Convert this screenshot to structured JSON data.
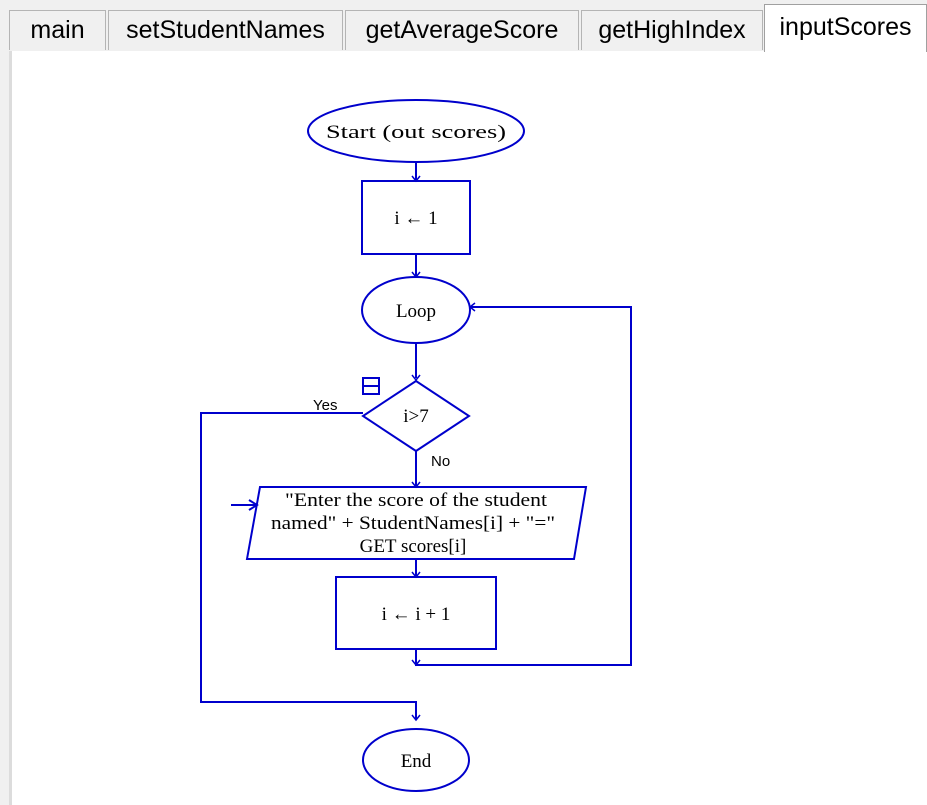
{
  "tabs": [
    {
      "label": "main"
    },
    {
      "label": "setStudentNames"
    },
    {
      "label": "getAverageScore"
    },
    {
      "label": "getHighIndex"
    },
    {
      "label": "inputScores",
      "active": true
    }
  ],
  "flowchart": {
    "start": "Start (out scores)",
    "init": "i ← 1",
    "loop": "Loop",
    "condition": "i>7",
    "yes_label": "Yes",
    "no_label": "No",
    "io_lines": [
      "\"Enter the score of the student",
      "named\" + StudentNames[i] + \"=\"",
      "GET scores[i]"
    ],
    "increment": "i ← i + 1",
    "end": "End"
  },
  "colors": {
    "flow_line": "#0000cc",
    "canvas": "#ffffff",
    "tab_bar": "#f0f0f0"
  }
}
